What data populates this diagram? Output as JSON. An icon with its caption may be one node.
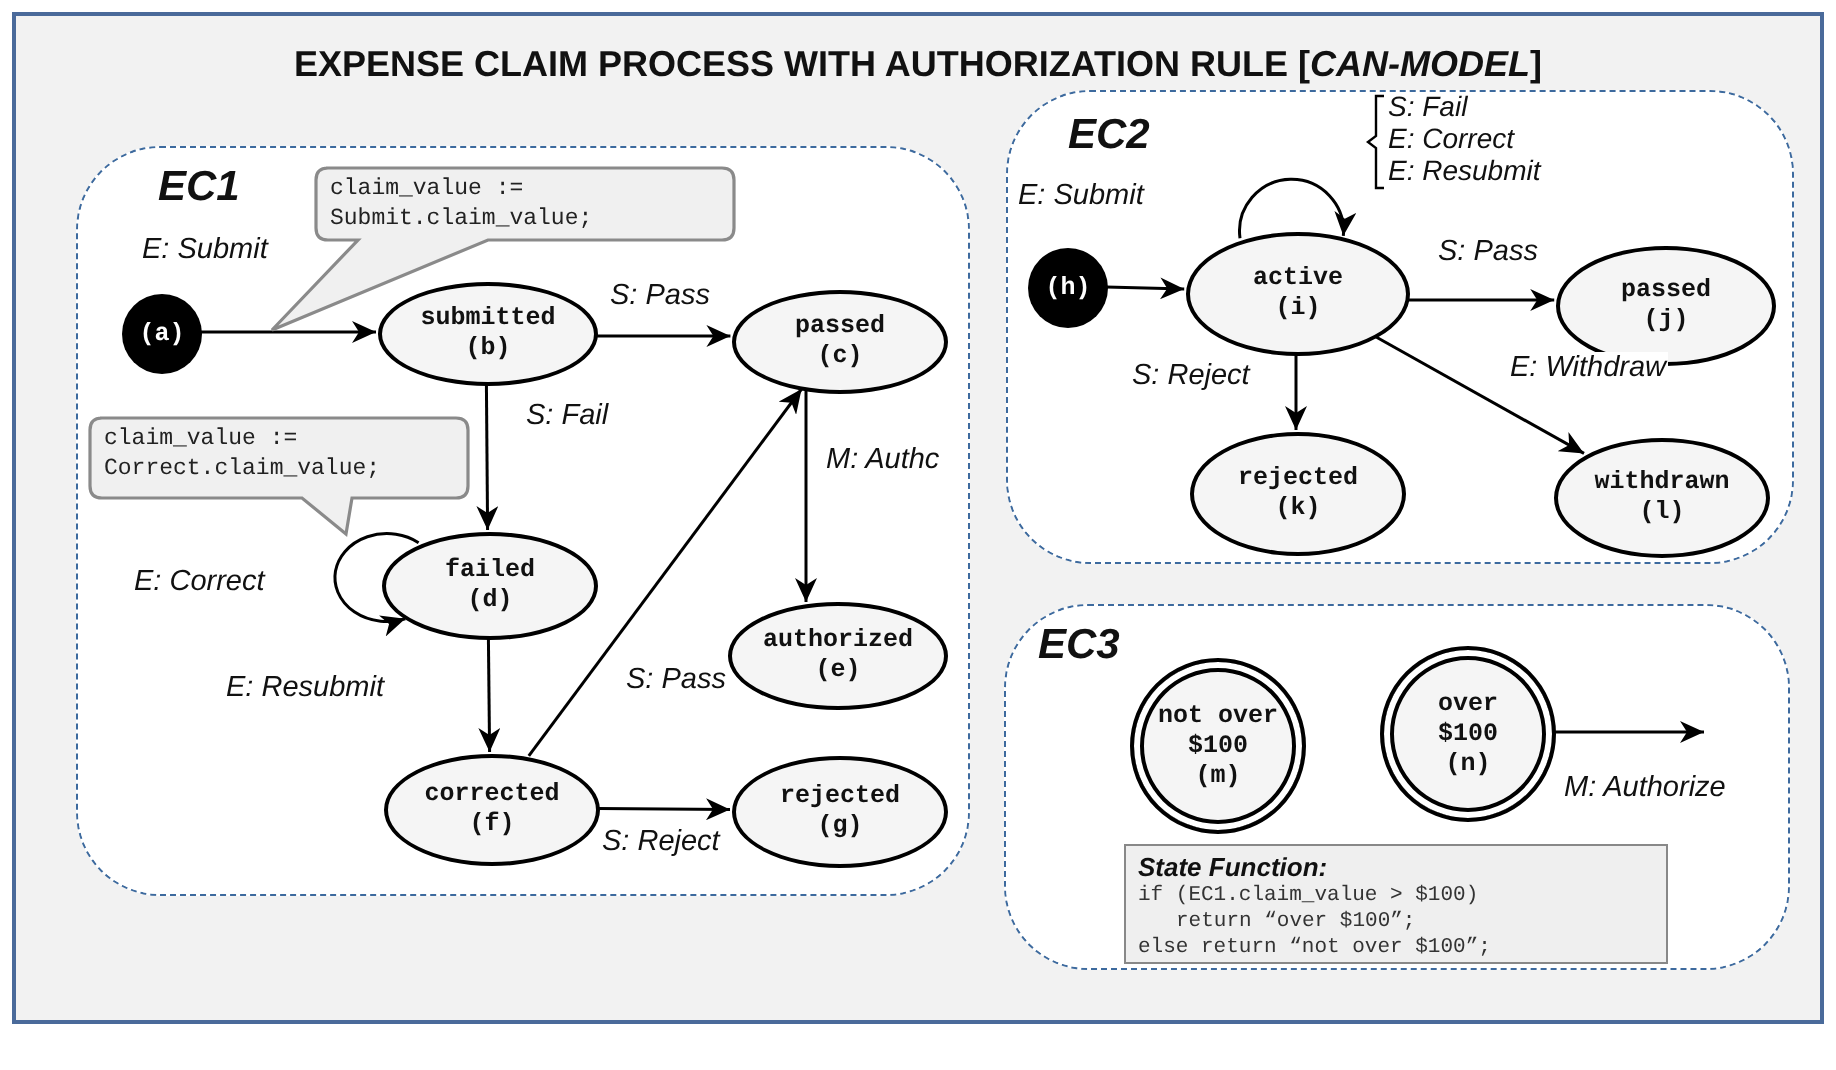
{
  "diagram": {
    "title": "EXPENSE CLAIM PROCESS WITH AUTHORIZATION RULE [*CAN-MODEL*]",
    "nodes": [
      {
        "text": [
          "EC1"
        ]
      },
      {
        "text": [
          "(a)"
        ],
        "in": 0
      },
      {
        "text": [
          "submitted",
          "(b)"
        ],
        "in": 0
      },
      {
        "text": [
          "passed",
          "(c)"
        ],
        "in": 0
      },
      {
        "text": [
          "failed",
          "(d)"
        ],
        "in": 0
      },
      {
        "text": [
          "authorized",
          "(e)"
        ],
        "in": 0
      },
      {
        "text": [
          "corrected",
          "(f)"
        ],
        "in": 0
      },
      {
        "text": [
          "rejected",
          "(g)"
        ],
        "in": 0
      },
      {
        "text": [
          "claim_value := Submit.claim_value;"
        ],
        "in": 0
      },
      {
        "text": [
          "claim_value := Correct.claim_value;"
        ],
        "in": 0
      },
      {
        "text": [
          "EC2"
        ]
      },
      {
        "text": [
          "(h)"
        ],
        "in": 10
      },
      {
        "text": [
          "active",
          "(i)"
        ],
        "in": 10
      },
      {
        "text": [
          "passed",
          "(j)"
        ],
        "in": 10
      },
      {
        "text": [
          "rejected",
          "(k)"
        ],
        "in": 10
      },
      {
        "text": [
          "withdrawn",
          "(l)"
        ],
        "in": 10
      },
      {
        "text": [
          "EC3"
        ]
      },
      {
        "text": [
          "not over $100",
          "(m)"
        ],
        "in": 16
      },
      {
        "text": [
          "over $100",
          "(n)"
        ],
        "in": 16
      },
      {
        "text": [
          "State Function:",
          "if (EC1.claim_value > $100)",
          "return “over $100”;",
          "else return “not over $100”;"
        ],
        "in": 16
      }
    ],
    "edges": [
      {
        "from": 1,
        "to": 2,
        "arrow": "to",
        "label": "E: Submit"
      },
      {
        "from": 2,
        "to": 3,
        "arrow": "to",
        "label": "S: Pass"
      },
      {
        "from": 2,
        "to": 4,
        "arrow": "to",
        "label": "S: Fail"
      },
      {
        "from": 3,
        "to": 5,
        "arrow": "to",
        "label": "M: Authc"
      },
      {
        "from": 4,
        "to": 4,
        "arrow": "to",
        "label": "E: Correct"
      },
      {
        "from": 4,
        "to": 6,
        "arrow": "to",
        "label": "E: Resubmit"
      },
      {
        "from": 6,
        "to": 3,
        "arrow": "to",
        "label": "S: Pass"
      },
      {
        "from": 6,
        "to": 7,
        "arrow": "to",
        "label": "S: Reject"
      },
      {
        "from": 11,
        "to": 12,
        "arrow": "to",
        "label": "E: Submit"
      },
      {
        "from": 12,
        "to": 12,
        "arrow": "to"
      },
      {
        "from": 12,
        "to": 13,
        "arrow": "to",
        "label": "S: Pass"
      },
      {
        "from": 12,
        "to": 14,
        "arrow": "to",
        "label": "S: Reject"
      },
      {
        "from": 12,
        "to": 15,
        "arrow": "to",
        "label": "E: Withdraw"
      },
      {
        "from": 18,
        "to": null,
        "arrow": "to",
        "label": "M: Authorize"
      }
    ],
    "labels": [
      "S: Fail",
      "E: Correct",
      "E: Resubmit"
    ]
  }
}
